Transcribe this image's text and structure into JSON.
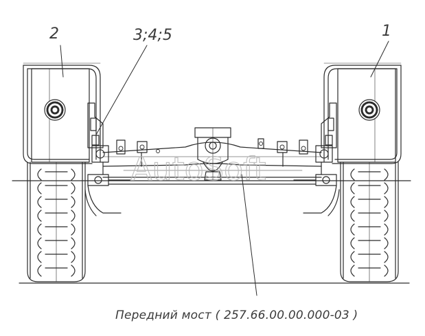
{
  "callouts": {
    "left_wheel": "2",
    "center_parts": "3;4;5",
    "right_wheel": "1"
  },
  "caption": "Передний мост ( 257.66.00.00.000-03 )",
  "watermark": "AutoSoft",
  "colors": {
    "line": "#2b2b2b",
    "background": "#ffffff",
    "watermark": "#b8b8b8"
  }
}
